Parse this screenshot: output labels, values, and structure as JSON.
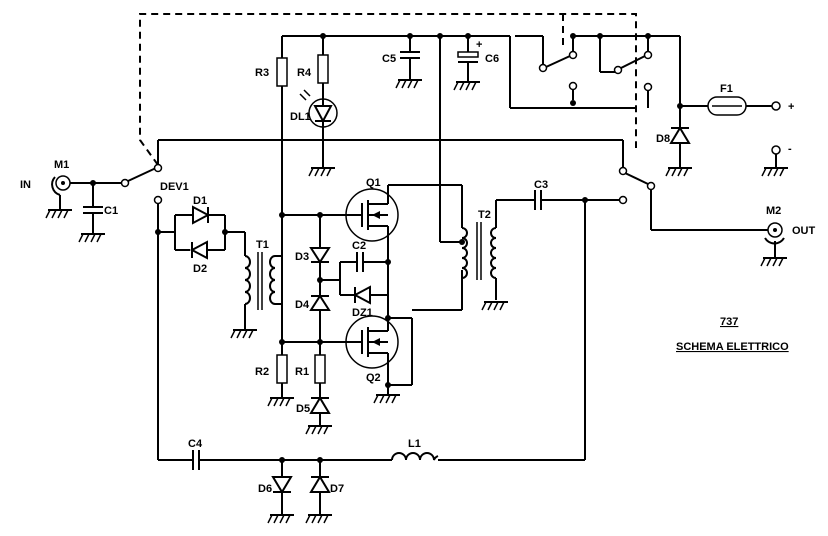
{
  "labels": {
    "in": "IN",
    "out": "OUT",
    "m1": "M1",
    "m2": "M2",
    "c1": "C1",
    "dev1": "DEV1",
    "d1": "D1",
    "d2": "D2",
    "t1": "T1",
    "r3": "R3",
    "r4": "R4",
    "dl1": "DL1",
    "c5": "C5",
    "c6": "C6",
    "c6_plus": "+",
    "f1": "F1",
    "plus": "+",
    "minus": "-",
    "d8": "D8",
    "q1": "Q1",
    "q2": "Q2",
    "c2": "C2",
    "dz1": "DZ1",
    "d3": "D3",
    "d4": "D4",
    "t2": "T2",
    "c3": "C3",
    "r2": "R2",
    "r1": "R1",
    "d5": "D5",
    "c4": "C4",
    "l1": "L1",
    "d6": "D6",
    "d7": "D7"
  },
  "title": {
    "number": "737",
    "caption": "SCHEMA ELETTRICO"
  }
}
